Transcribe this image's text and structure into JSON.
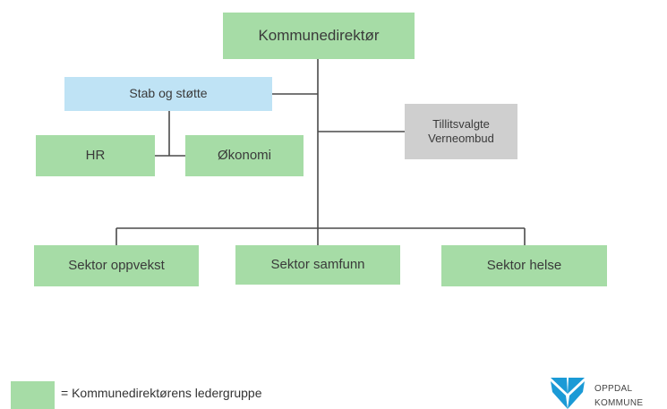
{
  "org_chart": {
    "top": "Kommunedirektør",
    "staff": "Stab og støtte",
    "staff_units": [
      "HR",
      "Økonomi"
    ],
    "side_unit": "Tillitsvalgte Verneombud",
    "sectors": [
      "Sektor oppvekst",
      "Sektor samfunn",
      "Sektor helse"
    ]
  },
  "legend": {
    "label": "= Kommunedirektørens ledergruppe"
  },
  "logo": {
    "line1": "OPPDAL",
    "line2": "KOMMUNE"
  },
  "colors": {
    "leadership_group": "#a6dca6",
    "staff": "#bfe3f5",
    "union": "#cfcfcf",
    "connector": "#4a4a4a",
    "logo": "#1b9ad6"
  }
}
